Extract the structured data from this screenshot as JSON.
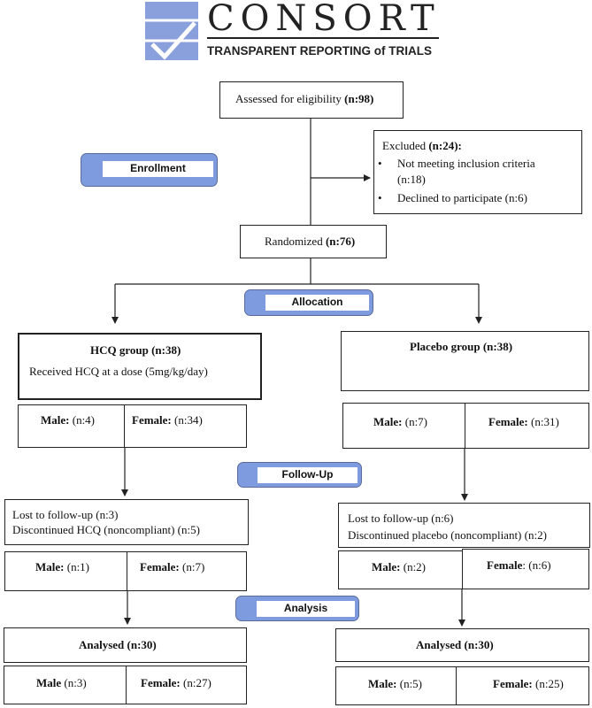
{
  "logo": {
    "word": "CONSORT",
    "tagline": "TRANSPARENT REPORTING of TRIALS"
  },
  "assessed": {
    "label": "Assessed for eligibility ",
    "count": "(n:98)"
  },
  "excluded": {
    "label": "Excluded ",
    "count": "(n:24):",
    "items": [
      {
        "line1": "Not  meeting  inclusion  criteria",
        "line2": "(n:18)"
      },
      {
        "line1": "Declined to participate (n:6)"
      }
    ]
  },
  "stages": {
    "enrollment": "Enrollment",
    "allocation": "Allocation",
    "followup": "Follow-Up",
    "analysis": "Analysis"
  },
  "randomized": {
    "label": "Randomized ",
    "count": "(n:76)"
  },
  "hcq": {
    "title": "HCQ group (n:38)",
    "detail": "Received HCQ at a dose (5mg/kg/day)",
    "alloc_male_label": "Male:",
    "alloc_male_count": "(n:4)",
    "alloc_female_label": "Female:",
    "alloc_female_count": "(n:34)",
    "lost": "Lost to follow-up (n:3)",
    "discontinued": "Discontinued HCQ (noncompliant) (n:5)",
    "fu_male_label": "Male:",
    "fu_male_count": "(n:1)",
    "fu_female_label": "Female:",
    "fu_female_count": "(n:7)",
    "analysed": "Analysed (n:30)",
    "an_male_label": "Male",
    "an_male_count": "(n:3)",
    "an_female_label": "Female:",
    "an_female_count": "(n:27)"
  },
  "placebo": {
    "title": "Placebo group (n:38)",
    "alloc_male_label": "Male:",
    "alloc_male_count": "(n:7)",
    "alloc_female_label": "Female:",
    "alloc_female_count": "(n:31)",
    "lost": "Lost to follow-up (n:6)",
    "discontinued": "Discontinued placebo (noncompliant) (n:2)",
    "fu_male_label": "Male:",
    "fu_male_count": "(n:2)",
    "fu_female_label": "Female",
    "fu_female_count": ": (n:6)",
    "analysed": "Analysed (n:30)",
    "an_male_label": "Male:",
    "an_male_count": "(n:5)",
    "an_female_label": "Female:",
    "an_female_count": "(n:25)"
  },
  "colors": {
    "logo_blue": "#8aa0dc",
    "stage_fill": "#7f9be0",
    "line": "#222222"
  }
}
